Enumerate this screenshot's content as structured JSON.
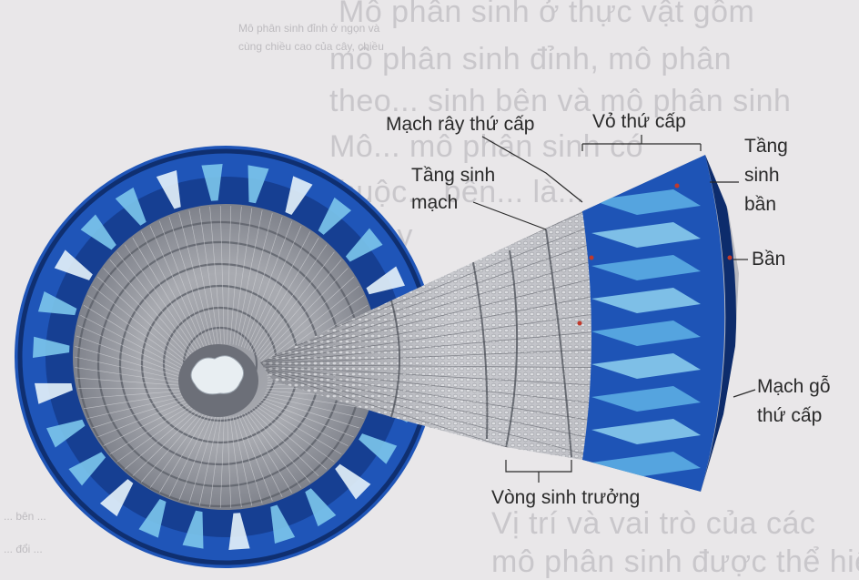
{
  "background_text": {
    "top_right_lines": [
      "Mô phân sinh ở thực vật gồm",
      "mô phân sinh đỉnh, mô phân",
      "theo... sinh bên và mô phân sinh",
      "Mô... mô phân sinh có",
      "thuộc... bên... là...",
      "là cây"
    ],
    "top_left_lines": [
      "Mô phân sinh đỉnh ở ngọn và",
      "cùng chiều cao của cây, chiều"
    ],
    "bottom_right_lines": [
      "Vị trí và vai trò của các",
      "mô phân sinh được thể hiện"
    ],
    "bottom_left_lines": [
      "... bên ...",
      "... đổi ..."
    ]
  },
  "labels": {
    "mach_ray": "Mạch rây  thứ cấp",
    "vo_thu_cap": "Vỏ thứ cấp",
    "tang_sinh_mach_1": "Tầng sinh",
    "tang_sinh_mach_2": "mạch",
    "tang_sinh_ban_1": "Tầng",
    "tang_sinh_ban_2": "sinh",
    "tang_sinh_ban_3": "bần",
    "ban": "Bần",
    "mach_go_1": "Mạch gỗ",
    "mach_go_2": "thứ cấp",
    "vong_sinh_truong": "Vòng sinh trưởng"
  },
  "colors": {
    "bark_blue": "#1f55b8",
    "bark_dark": "#123a86",
    "ray_light": "#8fd2f0",
    "wood_grey": "#8d8f96",
    "wood_light": "#c5c6cb",
    "pith": "#e8eef2",
    "page_bg": "#e9e7e9"
  }
}
